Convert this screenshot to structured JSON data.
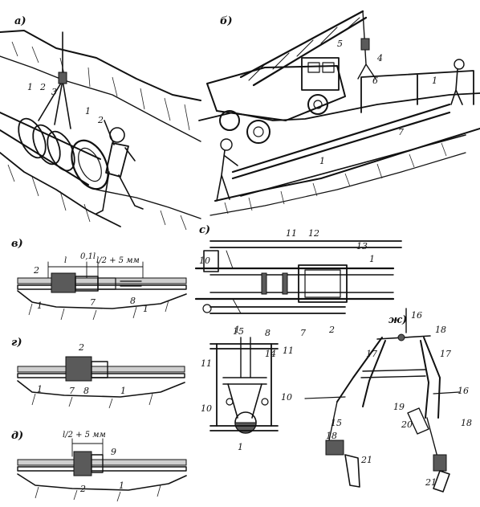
{
  "panels": {
    "a": "а)",
    "b": "б)",
    "v": "в)",
    "g": "г)",
    "d": "д)",
    "s": "с)",
    "zh": "ж)"
  },
  "panel_a_numbers": [
    "1",
    "2",
    "3",
    "1",
    "2"
  ],
  "panel_b_numbers": [
    "5",
    "4",
    "6",
    "1",
    "7",
    "1"
  ],
  "panel_v": {
    "numbers": [
      "2",
      "7",
      "8",
      "1",
      "1"
    ],
    "dim_length": "l",
    "dim_offset": "0,1l",
    "dim_half": "l/2 + 5 мм"
  },
  "panel_g_numbers": [
    "2",
    "1",
    "7",
    "8",
    "1"
  ],
  "panel_d": {
    "numbers": [
      "9",
      "2",
      "1"
    ],
    "dim_half": "l/2 + 5 мм"
  },
  "panel_s_numbers": [
    "10",
    "11",
    "12",
    "13",
    "1",
    "1",
    "8",
    "7",
    "2"
  ],
  "panel_s2_numbers": [
    "15",
    "11",
    "14",
    "11",
    "10",
    "10",
    "1"
  ],
  "panel_zh_numbers": [
    "16",
    "18",
    "17",
    "17",
    "19",
    "16",
    "15",
    "20",
    "18",
    "18",
    "21",
    "21"
  ]
}
